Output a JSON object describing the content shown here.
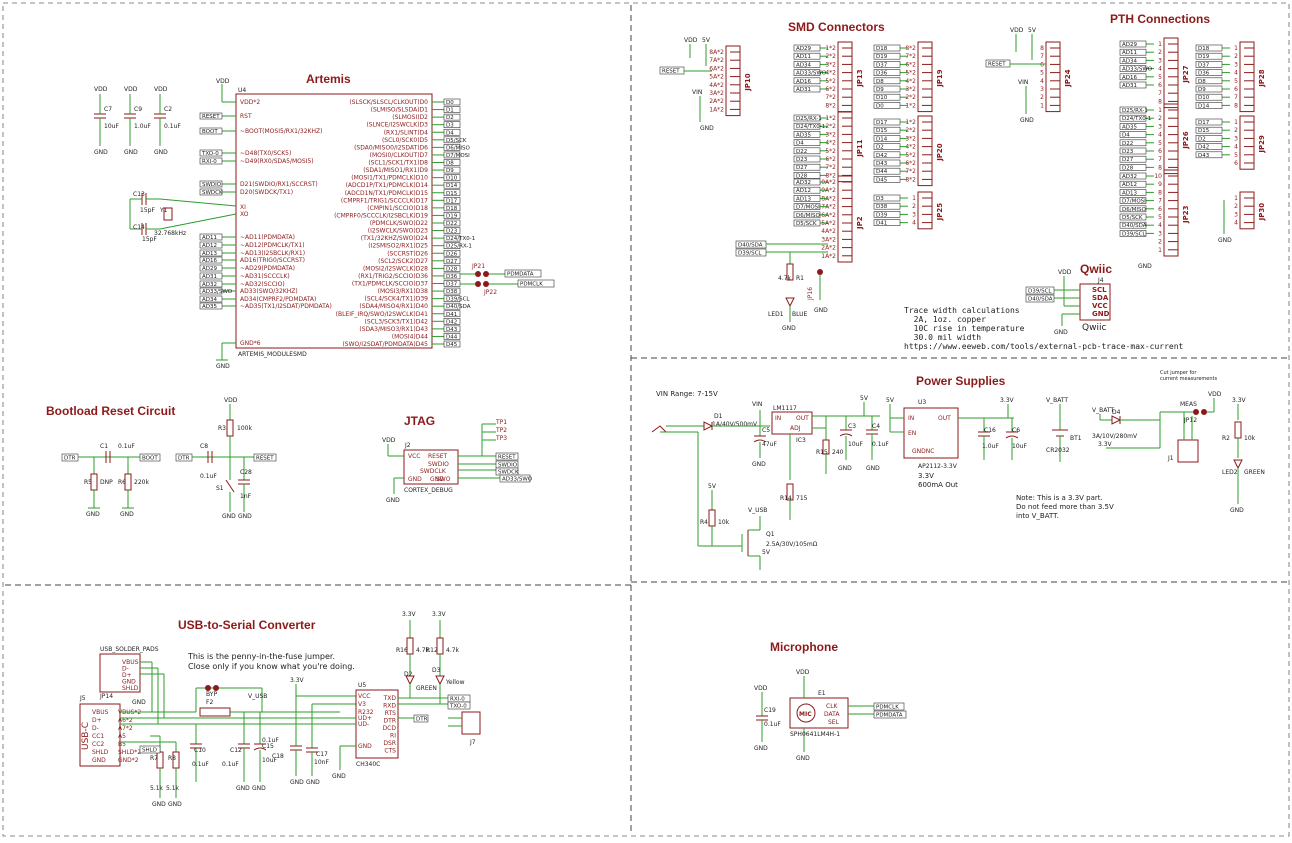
{
  "sections": {
    "artemis": "Artemis",
    "smd": "SMD Connectors",
    "pth": "PTH Connections",
    "bootload": "Bootload Reset Circuit",
    "jtag": "JTAG",
    "power": "Power Supplies",
    "usb": "USB-to-Serial Converter",
    "mic": "Microphone",
    "qwiic": "Qwiic"
  },
  "notes": {
    "trace": "Trace width calculations\n  2A, 1oz. copper\n  10C rise in temperature\n  30.0 mil width\nhttps://www.eeweb.com/tools/external-pcb-trace-max-current",
    "vin_range": "VIN Range: 7-15V",
    "cut_jumper": "Cut jumper for\ncurrent measurements",
    "batt_note": "Note: This is a 3.3V part.\nDo not feed more than 3.5V\ninto V_BATT.",
    "fuse_jumper": "This is the penny-in-the-fuse jumper.\nClose only if you know what you're doing.",
    "ldo_out": "3.3V\n600mA Out"
  },
  "artemis": {
    "ref": "U4",
    "name": "ARTEMIS_MODULESMD",
    "left_pins": [
      "VDD*2",
      "RST",
      "~BOOT(MOSI5/RX1/32KHZ)",
      "~D48(TX0/SCK5)",
      "~D49(RX0/SDA5/MOSI5)",
      "D21(SWDIO/RX1/SCCRST)",
      "D20(SWDCK/TX1)",
      "XI",
      "XO",
      "~AD11(PDMDATA)",
      "~AD12(PDMCLK/TX1)",
      "~AD13(I2SBCLK/RX1)",
      "AD16(TRIG0/SCCRST)",
      "~AD29(PDMDATA)",
      "~AD31(SCCCLK)",
      "~AD32(SCCIO)",
      "AD33(SWO/32KHZ)",
      "AD34(CMPRF2/PDMDATA)",
      "~AD35(TX1/I2SDAT/PDMDATA)",
      "GND*6"
    ],
    "right_pins": [
      "(SLSCK/SLSCL/CLKOUT)D0",
      "(SLMISO/SLSDA)D1",
      "(SLMOSI)D2",
      "(SLNCE/I2SWCLK)D3",
      "(RX1/SLINT)D4",
      "(SCL0/SCK0)D5",
      "(SDA0/MISO0/I2SDAT)D6",
      "(MOSI0/CLKOUT)D7",
      "(SCL1/SCK1/TX1)D8",
      "(SDA1/MISO1/RX1)D9",
      "(MOSI1/TX1/PDMCLK)D10",
      "(ADCD1P/TX1/PDMCLK)D14",
      "(ADCD1N/TX1/PDMCLK)D15",
      "(CMPRF1/TRIG1/SCCCLK)D17",
      "(CMPIN1/SCCIO)D18",
      "(CMPRF0/SCCCLK/I2SBCLK)D19",
      "(PDMCLK/SWO)D22",
      "(I2SWCLK/SWO)D23",
      "(TX1/32KHZ/SWO)D24",
      "(I2SMISO2/RX1)D25",
      "(SCCRST)D26",
      "(SCL2/SCK2)D27",
      "(MOSI2/I2SWCLK)D28",
      "(RX1/TRIG2/SCCIO)D36",
      "(TX1/PDMCLK/SCCIO)D37",
      "(MOSI3/RX1)D38",
      "(SCL4/SCK4/TX1)D39",
      "(SDA4/MISO4/RX1)D40",
      "(BLEIF_IRQ/SWO/I2SWCLK)D41",
      "(SCL3/SCK3/TX1)D42",
      "(SDA3/MISO3/RX1)D43",
      "(MOSI4)D44",
      "(SWO/I2SDAT/PDMDATA)D45"
    ],
    "right_nets": [
      "D0",
      "D1",
      "D2",
      "D3",
      "D4",
      "D5/SCK",
      "D6/MISO",
      "D7/MOSI",
      "D8",
      "D9",
      "D10",
      "D14",
      "D15",
      "D17",
      "D18",
      "D19",
      "D22",
      "D23",
      "D24/TX0-1",
      "D25/RX-1",
      "D26",
      "D27",
      "D28",
      "D36",
      "D37",
      "D38",
      "D39/SCL",
      "D40/SDA",
      "D41",
      "D42",
      "D43",
      "D44",
      "D45"
    ],
    "left_nets": [
      "RESET",
      "BOOT",
      "TXO-0",
      "RXI-0",
      "SWDIO",
      "SWDCK",
      "AD11",
      "AD12",
      "AD13",
      "AD16",
      "AD29",
      "AD31",
      "AD32",
      "AD33/SWO",
      "AD34",
      "AD35"
    ],
    "pdm": [
      "PDMDATA",
      "PDMCLK"
    ],
    "jumpers": [
      "JP21",
      "JP22"
    ]
  },
  "decoupling": [
    {
      "ref": "C7",
      "val": "10uF"
    },
    {
      "ref": "C9",
      "val": "1.0uF"
    },
    {
      "ref": "C2",
      "val": "0.1uF"
    }
  ],
  "crystal": {
    "ref": "Y1",
    "val": "32.768kHz",
    "c1": "C13",
    "c1v": "15pF",
    "c2": "C14",
    "c2v": "15pF"
  },
  "power_labels": {
    "vdd": "VDD",
    "gnd": "GND",
    "v5": "5V",
    "v33": "3.3V",
    "vin": "VIN",
    "vusb": "V_USB",
    "vbatt": "V_BATT",
    "meas": "MEAS"
  },
  "bootload": {
    "parts": [
      {
        "ref": "C1",
        "val": "0.1uF"
      },
      {
        "ref": "R5",
        "val": "DNP"
      },
      {
        "ref": "R6",
        "val": "220k"
      },
      {
        "ref": "R3",
        "val": "100k"
      },
      {
        "ref": "C8",
        "val": "0.1uF"
      },
      {
        "ref": "C28",
        "val": "1nF"
      },
      {
        "ref": "S1",
        "val": ""
      }
    ],
    "nets": [
      "DTR",
      "BOOT",
      "RESET"
    ]
  },
  "jtag": {
    "ref": "J2",
    "name": "CORTEX_DEBUG",
    "pins": [
      "VCC",
      "GND",
      "GND",
      "RESET",
      "SWDIO",
      "SWDCLK",
      "SWO"
    ],
    "nets": [
      "RESET",
      "SWDIO",
      "SWDCK",
      "AD33/SWO"
    ],
    "tps": [
      "TP1",
      "TP2",
      "TP3"
    ]
  },
  "smd": {
    "jp10": {
      "ref": "JP10",
      "pins": [
        "8A*2",
        "7A*2",
        "6A*2",
        "5A*2",
        "4A*2",
        "3A*2",
        "2A*2",
        "1A*2"
      ]
    },
    "jp13": {
      "ref": "JP13",
      "nets": [
        "AD29",
        "AD11",
        "AD34",
        "AD33/SWO",
        "AD16",
        "AD31"
      ]
    },
    "jp11": {
      "ref": "JP11",
      "nets": [
        "D25/RX-1",
        "D24/TX0-1",
        "AD35",
        "D4",
        "D22",
        "D23",
        "D27",
        "D28"
      ]
    },
    "jp2": {
      "ref": "JP2",
      "nets": [
        "AD32",
        "AD12",
        "AD13",
        "D7/MOSI",
        "D6/MISO",
        "D5/SCK"
      ]
    },
    "jp19": {
      "ref": "JP19",
      "nets": [
        "D18",
        "D19",
        "D37",
        "D36",
        "D8",
        "D9",
        "D10",
        "D0"
      ]
    },
    "jp20": {
      "ref": "JP20",
      "nets": [
        "D17",
        "D15",
        "D14",
        "D2",
        "D42",
        "D43",
        "D44",
        "D45"
      ]
    },
    "jp25": {
      "ref": "JP25",
      "nets": [
        "D3",
        "D38",
        "D39",
        "D41"
      ]
    },
    "nets_bottom": [
      "D40/SDA",
      "D39/SCL"
    ],
    "r1": {
      "ref": "R1",
      "val": "4.7k"
    },
    "led1": {
      "ref": "LED1",
      "val": "BLUE"
    },
    "jp16": "JP16"
  },
  "pth": {
    "jp24": "JP24",
    "jp27": {
      "ref": "JP27",
      "nets": [
        "AD29",
        "AD11",
        "AD34",
        "AD33/SWO",
        "AD16",
        "AD31"
      ]
    },
    "jp26": {
      "ref": "JP26",
      "nets": [
        "D25/RX-1",
        "D24/TX0-1",
        "AD35",
        "D4",
        "D22",
        "D23",
        "D27",
        "D28"
      ]
    },
    "jp23": {
      "ref": "JP23",
      "nets": [
        "AD32",
        "AD12",
        "AD13",
        "D7/MOSI",
        "D6/MISO",
        "D5/SCK",
        "D40/SDA",
        "D39/SCL"
      ]
    },
    "jp28": {
      "ref": "JP28",
      "nets": [
        "D18",
        "D19",
        "D37",
        "D36",
        "D8",
        "D9",
        "D10",
        "D14"
      ]
    },
    "jp29": {
      "ref": "JP29",
      "nets": [
        "D17",
        "D15",
        "D2",
        "D42",
        "D43"
      ]
    },
    "jp30": {
      "ref": "JP30",
      "nets": []
    }
  },
  "qwiic": {
    "ref": "J4",
    "pins": [
      "SCL",
      "SDA",
      "VCC",
      "GND"
    ],
    "nets": [
      "D39/SCL",
      "D40/SDA"
    ],
    "caption": "Qwiic"
  },
  "power": {
    "d1": {
      "ref": "D1",
      "val": "1A/40V/500mV"
    },
    "c5": {
      "ref": "C5",
      "val": "47uF"
    },
    "ic3": {
      "ref": "IC3",
      "name": "LM1117",
      "pins": [
        "IN",
        "OUT",
        "ADJ"
      ]
    },
    "r15": {
      "ref": "R15",
      "val": "240"
    },
    "r14": {
      "ref": "R14",
      "val": "715"
    },
    "c3": {
      "ref": "C3",
      "val": "10uF"
    },
    "c4": {
      "ref": "C4",
      "val": "0.1uF"
    },
    "u3": {
      "ref": "U3",
      "name": "AP2112-3.3V",
      "pins": [
        "IN",
        "OUT",
        "EN",
        "GNDNC"
      ]
    },
    "c16": {
      "ref": "C16",
      "val": "1.0uF"
    },
    "c6": {
      "ref": "C6",
      "val": "10uF"
    },
    "bt1": {
      "ref": "BT1",
      "val": "CR2032"
    },
    "d4": {
      "ref": "D4",
      "val": "3A/10V/280mV"
    },
    "jp12": "JP12",
    "j1": "J1",
    "r2": {
      "ref": "R2",
      "val": "10k"
    },
    "led2": {
      "ref": "LED2",
      "val": "GREEN"
    },
    "r4": {
      "ref": "R4",
      "val": "10k"
    },
    "q1": {
      "ref": "Q1",
      "val": "2.5A/30V/105mΩ"
    }
  },
  "usb": {
    "j5": {
      "ref": "J5",
      "name": "USB-C",
      "pins": [
        "VBUS",
        "D+",
        "D-",
        "CC1",
        "CC2",
        "SHLD",
        "GND"
      ],
      "pins2": [
        "VBUS*2",
        "A6*2",
        "A7*2",
        "A5",
        "B5",
        "SHLD*2",
        "GND*2"
      ]
    },
    "jp14": {
      "ref": "JP14",
      "name": "USB_SOLDER_PADS",
      "pins": [
        "VBUS",
        "D-",
        "D+",
        "GND",
        "SHLD"
      ]
    },
    "bypass": "BYP",
    "f2": "F2",
    "r7": {
      "ref": "R7",
      "val": "5.1k"
    },
    "r8": {
      "ref": "R8",
      "val": "5.1k"
    },
    "c10": {
      "ref": "C10",
      "val": "0.1uF"
    },
    "c12": {
      "ref": "C12",
      "val": "0.1uF"
    },
    "c15": {
      "ref": "C15",
      "val": "10uF"
    },
    "c18": {
      "ref": "C18",
      "val": "0.1uF"
    },
    "c17": {
      "ref": "C17",
      "val": "10nF"
    },
    "u5": {
      "ref": "U5",
      "name": "CH340C",
      "left": [
        "VCC",
        "V3",
        "R232",
        "UD+",
        "UD-",
        "GND"
      ],
      "right": [
        "TXD",
        "RXD",
        "RTS",
        "DTR",
        "DCD",
        "RI",
        "DSR",
        "CTS"
      ]
    },
    "r16": {
      "ref": "R16",
      "val": "4.7k"
    },
    "r12": {
      "ref": "R12",
      "val": "4.7k"
    },
    "d2": {
      "ref": "D2",
      "val": "GREEN"
    },
    "d3": {
      "ref": "D3",
      "val": "Yellow"
    },
    "j7": "J7",
    "nets": [
      "RXI-0",
      "TXO-0",
      "DTR",
      "SHLD"
    ]
  },
  "mic": {
    "ref": "E1",
    "name": "SPH0641LM4H-1",
    "pins": [
      "CLK",
      "DATA",
      "SEL"
    ],
    "label": "MIC",
    "c19": {
      "ref": "C19",
      "val": "0.1uF"
    },
    "nets": [
      "PDMCLK",
      "PDMDATA"
    ]
  }
}
